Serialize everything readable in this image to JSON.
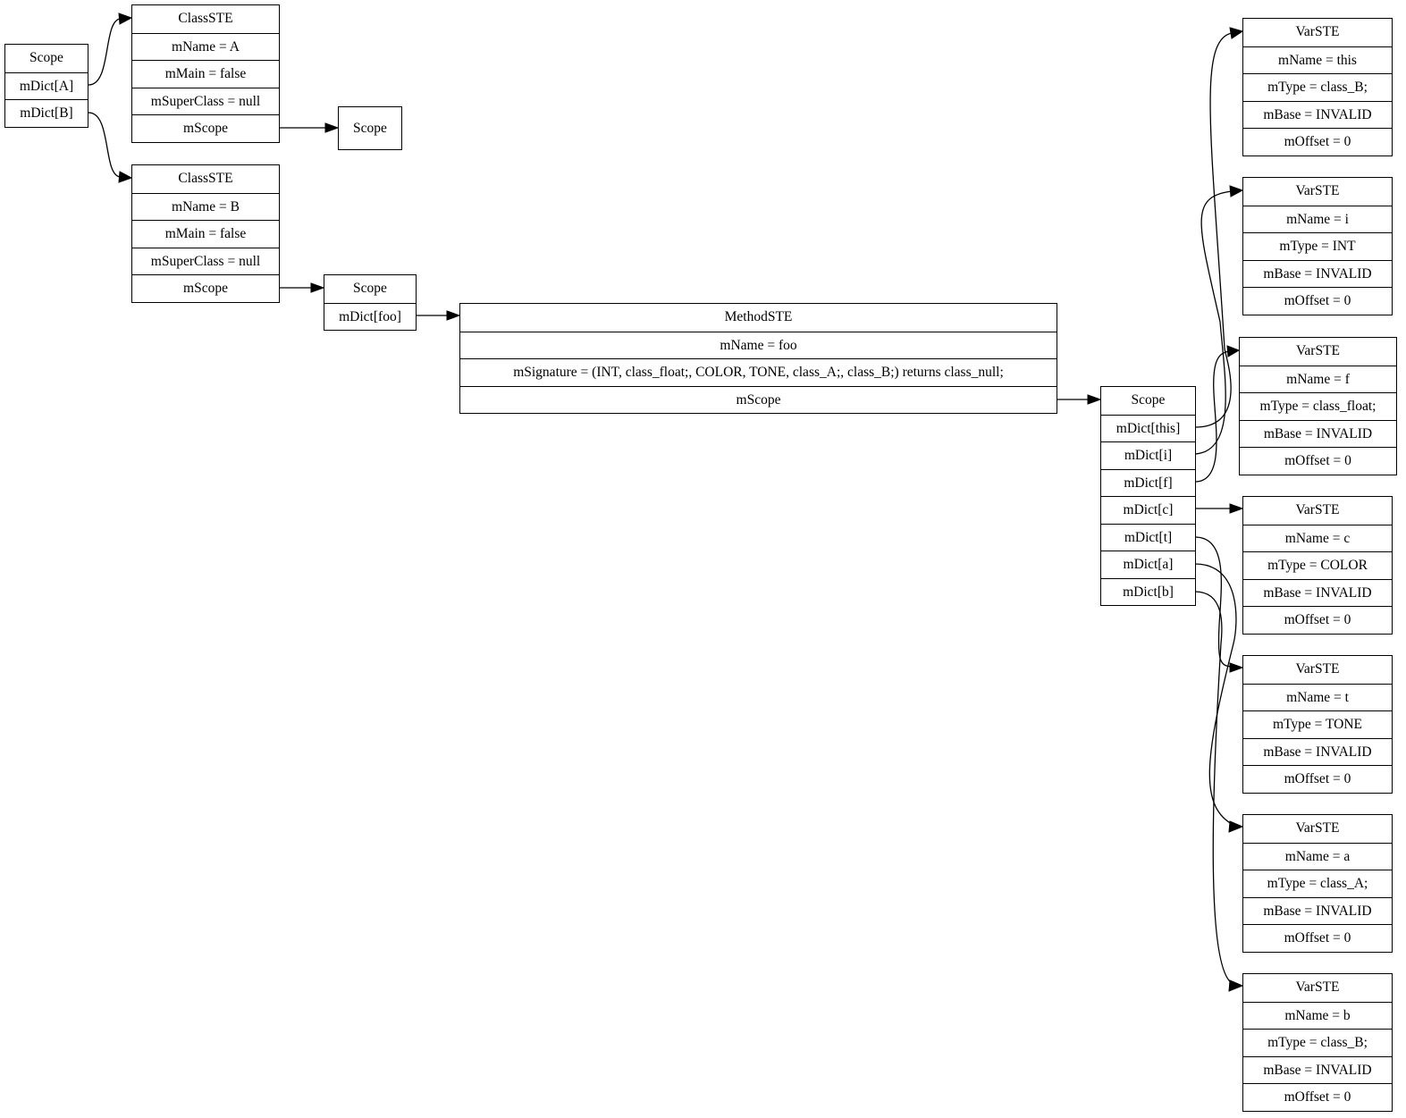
{
  "nodes": {
    "root_scope": {
      "title": "Scope",
      "fields": [
        "mDict[A]",
        "mDict[B]"
      ]
    },
    "class_a": {
      "title": "ClassSTE",
      "fields": [
        "mName = A",
        "mMain = false",
        "mSuperClass = null",
        "mScope"
      ]
    },
    "class_a_scope": {
      "title": "Scope",
      "fields": []
    },
    "class_b": {
      "title": "ClassSTE",
      "fields": [
        "mName = B",
        "mMain = false",
        "mSuperClass = null",
        "mScope"
      ]
    },
    "class_b_scope": {
      "title": "Scope",
      "fields": [
        "mDict[foo]"
      ]
    },
    "method_foo": {
      "title": "MethodSTE",
      "fields": [
        "mName = foo",
        "mSignature = (INT, class_float;, COLOR, TONE, class_A;, class_B;) returns class_null;",
        "mScope"
      ]
    },
    "method_scope": {
      "title": "Scope",
      "fields": [
        "mDict[this]",
        "mDict[i]",
        "mDict[f]",
        "mDict[c]",
        "mDict[t]",
        "mDict[a]",
        "mDict[b]"
      ]
    },
    "var_this": {
      "title": "VarSTE",
      "fields": [
        "mName = this",
        "mType = class_B;",
        "mBase = INVALID",
        "mOffset = 0"
      ]
    },
    "var_i": {
      "title": "VarSTE",
      "fields": [
        "mName = i",
        "mType = INT",
        "mBase = INVALID",
        "mOffset = 0"
      ]
    },
    "var_f": {
      "title": "VarSTE",
      "fields": [
        "mName = f",
        "mType = class_float;",
        "mBase = INVALID",
        "mOffset = 0"
      ]
    },
    "var_c": {
      "title": "VarSTE",
      "fields": [
        "mName = c",
        "mType = COLOR",
        "mBase = INVALID",
        "mOffset = 0"
      ]
    },
    "var_t": {
      "title": "VarSTE",
      "fields": [
        "mName = t",
        "mType = TONE",
        "mBase = INVALID",
        "mOffset = 0"
      ]
    },
    "var_a": {
      "title": "VarSTE",
      "fields": [
        "mName = a",
        "mType = class_A;",
        "mBase = INVALID",
        "mOffset = 0"
      ]
    },
    "var_b": {
      "title": "VarSTE",
      "fields": [
        "mName = b",
        "mType = class_B;",
        "mBase = INVALID",
        "mOffset = 0"
      ]
    }
  },
  "edges": [
    {
      "from": "root_scope.mDict[A]",
      "to": "class_a"
    },
    {
      "from": "root_scope.mDict[B]",
      "to": "class_b"
    },
    {
      "from": "class_a.mScope",
      "to": "class_a_scope"
    },
    {
      "from": "class_b.mScope",
      "to": "class_b_scope"
    },
    {
      "from": "class_b_scope.mDict[foo]",
      "to": "method_foo"
    },
    {
      "from": "method_foo.mScope",
      "to": "method_scope"
    },
    {
      "from": "method_scope.mDict[this]",
      "to": "var_this"
    },
    {
      "from": "method_scope.mDict[i]",
      "to": "var_i"
    },
    {
      "from": "method_scope.mDict[f]",
      "to": "var_f"
    },
    {
      "from": "method_scope.mDict[c]",
      "to": "var_c"
    },
    {
      "from": "method_scope.mDict[t]",
      "to": "var_t"
    },
    {
      "from": "method_scope.mDict[a]",
      "to": "var_a"
    },
    {
      "from": "method_scope.mDict[b]",
      "to": "var_b"
    }
  ]
}
